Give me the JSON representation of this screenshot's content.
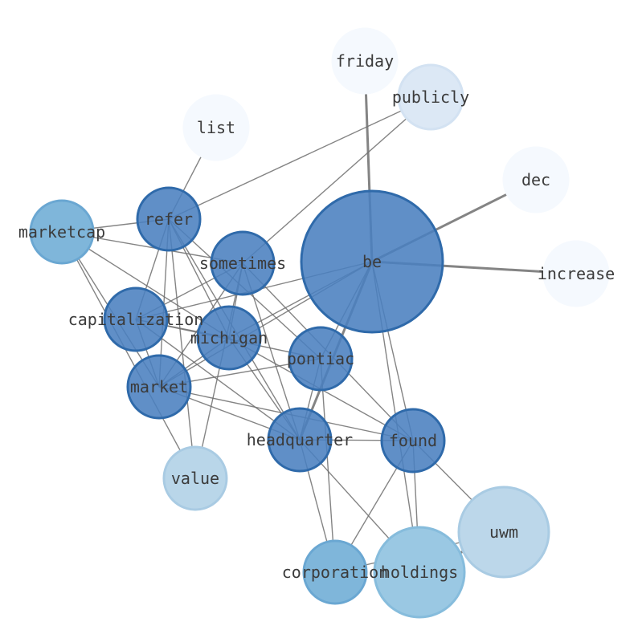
{
  "graph": {
    "nodes": [
      {
        "id": "be",
        "label": "be",
        "color": "#4a80bf",
        "alpha": 0.88,
        "stroke": "#2f6aaa"
      },
      {
        "id": "friday",
        "label": "friday",
        "color": "#f5f9fe",
        "alpha": 1.0,
        "stroke": "#f5f9fe"
      },
      {
        "id": "publicly",
        "label": "publicly",
        "color": "#dce8f5",
        "alpha": 1.0,
        "stroke": "#d3e2f2"
      },
      {
        "id": "list",
        "label": "list",
        "color": "#f5f9fe",
        "alpha": 1.0,
        "stroke": "#f5f9fe"
      },
      {
        "id": "dec",
        "label": "dec",
        "color": "#f5f9fe",
        "alpha": 1.0,
        "stroke": "#f5f9fe"
      },
      {
        "id": "increase",
        "label": "increase",
        "color": "#f5f9fe",
        "alpha": 1.0,
        "stroke": "#f5f9fe"
      },
      {
        "id": "refer",
        "label": "refer",
        "color": "#4a80bf",
        "alpha": 0.88,
        "stroke": "#2f6aaa"
      },
      {
        "id": "marketcap",
        "label": "marketcap",
        "color": "#7fb6da",
        "alpha": 1.0,
        "stroke": "#6aa7d2"
      },
      {
        "id": "sometimes",
        "label": "sometimes",
        "color": "#4a80bf",
        "alpha": 0.88,
        "stroke": "#2f6aaa"
      },
      {
        "id": "capitalization",
        "label": "capitalization",
        "color": "#4a80bf",
        "alpha": 0.88,
        "stroke": "#2f6aaa"
      },
      {
        "id": "michigan",
        "label": "michigan",
        "color": "#4a80bf",
        "alpha": 0.88,
        "stroke": "#2f6aaa"
      },
      {
        "id": "pontiac",
        "label": "pontiac",
        "color": "#4a80bf",
        "alpha": 0.88,
        "stroke": "#2f6aaa"
      },
      {
        "id": "market",
        "label": "market",
        "color": "#4a80bf",
        "alpha": 0.88,
        "stroke": "#2f6aaa"
      },
      {
        "id": "headquarter",
        "label": "headquarter",
        "color": "#4a80bf",
        "alpha": 0.88,
        "stroke": "#2f6aaa"
      },
      {
        "id": "found",
        "label": "found",
        "color": "#4a80bf",
        "alpha": 0.88,
        "stroke": "#2f6aaa"
      },
      {
        "id": "value",
        "label": "value",
        "color": "#b9d6e9",
        "alpha": 1.0,
        "stroke": "#a9cbe3"
      },
      {
        "id": "uwm",
        "label": "uwm",
        "color": "#bcd7ea",
        "alpha": 1.0,
        "stroke": "#a9cbe3"
      },
      {
        "id": "corporation",
        "label": "corporation",
        "color": "#7fb6da",
        "alpha": 1.0,
        "stroke": "#6aa7d2"
      },
      {
        "id": "holdings",
        "label": "holdings",
        "color": "#9ac8e3",
        "alpha": 1.0,
        "stroke": "#86bcdc"
      }
    ],
    "edges": [
      {
        "source": "be",
        "target": "friday",
        "weight": 3
      },
      {
        "source": "be",
        "target": "dec",
        "weight": 3
      },
      {
        "source": "be",
        "target": "increase",
        "weight": 3
      },
      {
        "source": "be",
        "target": "headquarter",
        "weight": 3
      },
      {
        "source": "be",
        "target": "michigan",
        "weight": 2
      },
      {
        "source": "be",
        "target": "pontiac",
        "weight": 2
      },
      {
        "source": "be",
        "target": "capitalization",
        "weight": 1.5
      },
      {
        "source": "be",
        "target": "market",
        "weight": 1.5
      },
      {
        "source": "be",
        "target": "found",
        "weight": 1.5
      },
      {
        "source": "be",
        "target": "holdings",
        "weight": 1.5
      },
      {
        "source": "publicly",
        "target": "refer",
        "weight": 1.5
      },
      {
        "source": "publicly",
        "target": "sometimes",
        "weight": 1.5
      },
      {
        "source": "list",
        "target": "refer",
        "weight": 1.5
      },
      {
        "source": "refer",
        "target": "marketcap",
        "weight": 1.5
      },
      {
        "source": "refer",
        "target": "capitalization",
        "weight": 1.5
      },
      {
        "source": "refer",
        "target": "michigan",
        "weight": 1.5
      },
      {
        "source": "refer",
        "target": "market",
        "weight": 1.5
      },
      {
        "source": "refer",
        "target": "value",
        "weight": 1.5
      },
      {
        "source": "refer",
        "target": "headquarter",
        "weight": 1.5
      },
      {
        "source": "refer",
        "target": "pontiac",
        "weight": 1.5
      },
      {
        "source": "marketcap",
        "target": "sometimes",
        "weight": 1.5
      },
      {
        "source": "marketcap",
        "target": "market",
        "weight": 1.5
      },
      {
        "source": "marketcap",
        "target": "michigan",
        "weight": 1.5
      },
      {
        "source": "marketcap",
        "target": "value",
        "weight": 1.5
      },
      {
        "source": "sometimes",
        "target": "capitalization",
        "weight": 1.5
      },
      {
        "source": "sometimes",
        "target": "michigan",
        "weight": 1.5
      },
      {
        "source": "sometimes",
        "target": "market",
        "weight": 1.5
      },
      {
        "source": "sometimes",
        "target": "headquarter",
        "weight": 1.5
      },
      {
        "source": "sometimes",
        "target": "value",
        "weight": 1.5
      },
      {
        "source": "sometimes",
        "target": "found",
        "weight": 1.5
      },
      {
        "source": "capitalization",
        "target": "michigan",
        "weight": 1.5
      },
      {
        "source": "capitalization",
        "target": "market",
        "weight": 1.5
      },
      {
        "source": "capitalization",
        "target": "pontiac",
        "weight": 1.5
      },
      {
        "source": "capitalization",
        "target": "headquarter",
        "weight": 1.5
      },
      {
        "source": "michigan",
        "target": "market",
        "weight": 1.5
      },
      {
        "source": "michigan",
        "target": "headquarter",
        "weight": 1.5
      },
      {
        "source": "michigan",
        "target": "found",
        "weight": 1.5
      },
      {
        "source": "pontiac",
        "target": "market",
        "weight": 1.5
      },
      {
        "source": "pontiac",
        "target": "headquarter",
        "weight": 1.5
      },
      {
        "source": "pontiac",
        "target": "corporation",
        "weight": 1.5
      },
      {
        "source": "market",
        "target": "headquarter",
        "weight": 1.5
      },
      {
        "source": "market",
        "target": "found",
        "weight": 1.5
      },
      {
        "source": "headquarter",
        "target": "found",
        "weight": 1.5
      },
      {
        "source": "headquarter",
        "target": "corporation",
        "weight": 1.5
      },
      {
        "source": "headquarter",
        "target": "holdings",
        "weight": 1.5
      },
      {
        "source": "found",
        "target": "corporation",
        "weight": 1.5
      },
      {
        "source": "found",
        "target": "holdings",
        "weight": 1.5
      },
      {
        "source": "found",
        "target": "uwm",
        "weight": 1.5
      },
      {
        "source": "uwm",
        "target": "holdings",
        "weight": 3
      },
      {
        "source": "uwm",
        "target": "corporation",
        "weight": 1.5
      }
    ]
  }
}
